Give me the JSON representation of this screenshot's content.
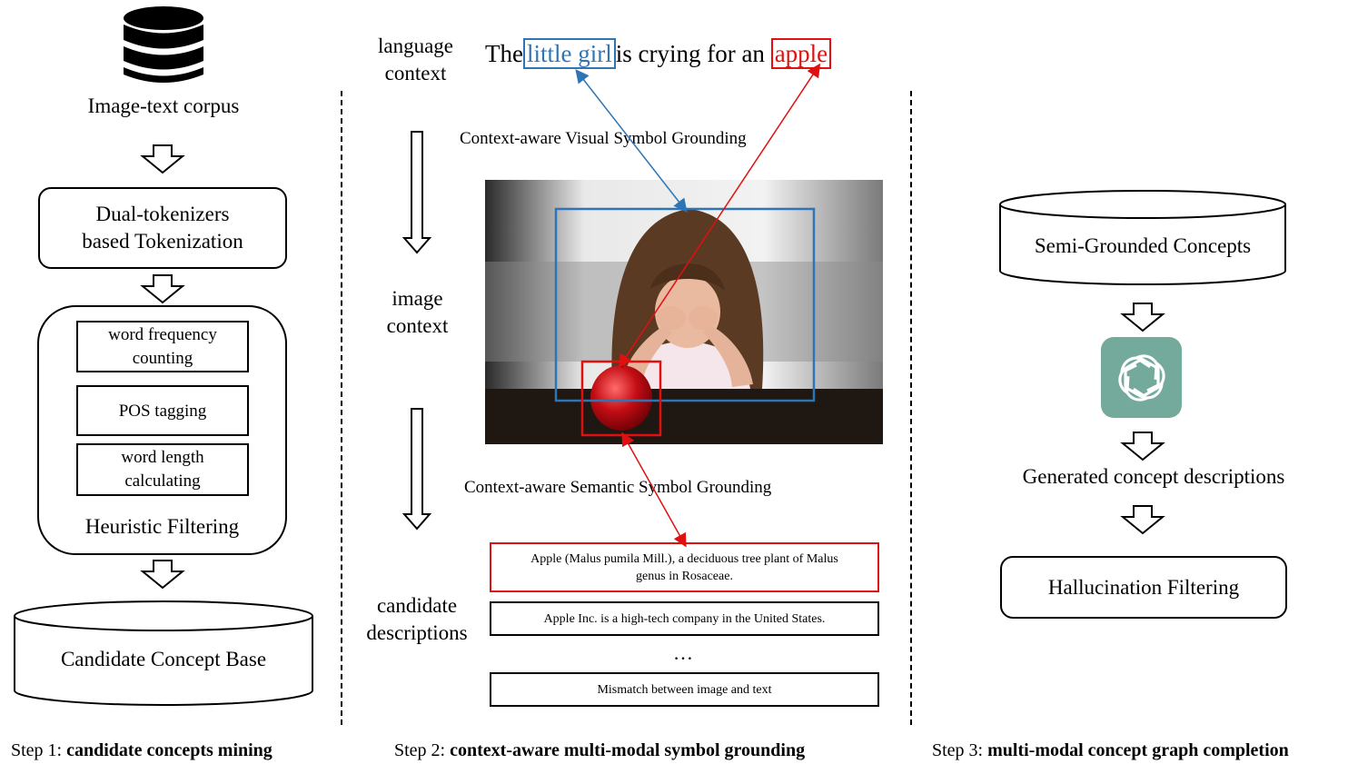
{
  "step1": {
    "corpus_label": "Image-text corpus",
    "tokenization": [
      "Dual-tokenizers",
      "based Tokenization"
    ],
    "filter_items": [
      [
        "word frequency",
        "counting"
      ],
      [
        "POS tagging"
      ],
      [
        "word length",
        "calculating"
      ]
    ],
    "filter_title": "Heuristic Filtering",
    "candidate_base": "Candidate Concept Base",
    "caption_prefix": "Step 1: ",
    "caption_bold": "candidate concepts mining"
  },
  "step2": {
    "language_context": [
      "language",
      "context"
    ],
    "sentence": {
      "part1": "The",
      "highlight1": "little girl",
      "part2": "is crying for an",
      "highlight2": "apple"
    },
    "visual_grounding": "Context-aware Visual Symbol Grounding",
    "image_context": [
      "image",
      "context"
    ],
    "semantic_grounding": "Context-aware Semantic Symbol Grounding",
    "candidate_descriptions_label": [
      "candidate",
      "descriptions"
    ],
    "descriptions": [
      [
        "Apple (Malus pumila Mill.), a deciduous tree plant of Malus",
        "genus in Rosaceae."
      ],
      [
        "Apple Inc. is a high-tech company in the United States."
      ],
      [
        "Mismatch between image and text"
      ]
    ],
    "ellipsis": "…",
    "caption_prefix": "Step 2: ",
    "caption_bold": "context-aware multi-modal symbol grounding"
  },
  "step3": {
    "semi_grounded": "Semi-Grounded Concepts",
    "generated": "Generated concept descriptions",
    "hallucination": "Hallucination Filtering",
    "caption_prefix": "Step 3:  ",
    "caption_bold": "multi-modal concept graph completion"
  },
  "colors": {
    "blue": "#2e75b6",
    "red": "#e01010",
    "gpt_green": "#74aa9c"
  },
  "icons": [
    "database-icon",
    "down-arrow-icon",
    "chatgpt-logo-icon"
  ]
}
